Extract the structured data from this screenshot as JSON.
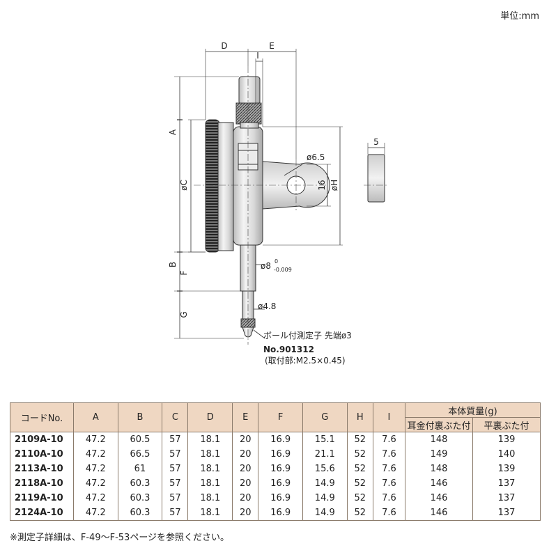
{
  "unit_label": "単位:mm",
  "dims": {
    "A": "A",
    "B": "B",
    "C": "øC",
    "D": "D",
    "E": "E",
    "F": "F",
    "G": "G",
    "H": "øH",
    "I": "I",
    "hole": "ø6.5",
    "sixteen": "16",
    "five": "5",
    "stem_main": "ø8",
    "stem_tol_upper": "0",
    "stem_tol_lower": "-0.009",
    "stem_small": "ø4.8"
  },
  "contact_point": {
    "label": "ボール付測定子 先端ø3",
    "part_no": "No.901312",
    "mount": "(取付部:M2.5×0.45)"
  },
  "table": {
    "headers": [
      "コードNo.",
      "A",
      "B",
      "C",
      "D",
      "E",
      "F",
      "G",
      "H",
      "I"
    ],
    "mass_header": "本体質量(g)",
    "mass_sub": [
      "耳金付裏ぶた付",
      "平裏ぶた付"
    ],
    "rows": [
      [
        "2109A-10",
        "47.2",
        "60.5",
        "57",
        "18.1",
        "20",
        "16.9",
        "15.1",
        "52",
        "7.6",
        "148",
        "139"
      ],
      [
        "2110A-10",
        "47.2",
        "66.5",
        "57",
        "18.1",
        "20",
        "16.9",
        "21.1",
        "52",
        "7.6",
        "149",
        "140"
      ],
      [
        "2113A-10",
        "47.2",
        "61",
        "57",
        "18.1",
        "20",
        "16.9",
        "15.6",
        "52",
        "7.6",
        "148",
        "139"
      ],
      [
        "2118A-10",
        "47.2",
        "60.3",
        "57",
        "18.1",
        "20",
        "16.9",
        "14.9",
        "52",
        "7.6",
        "146",
        "137"
      ],
      [
        "2119A-10",
        "47.2",
        "60.3",
        "57",
        "18.1",
        "20",
        "16.9",
        "14.9",
        "52",
        "7.6",
        "146",
        "137"
      ],
      [
        "2124A-10",
        "47.2",
        "60.3",
        "57",
        "18.1",
        "20",
        "16.9",
        "14.9",
        "52",
        "7.6",
        "146",
        "137"
      ]
    ]
  },
  "note": "※測定子詳細は、F-49〜F-53ページを参照ください。"
}
